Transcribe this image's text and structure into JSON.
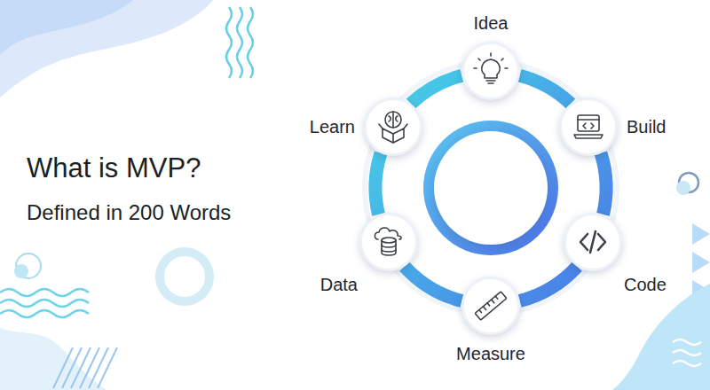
{
  "diagram": {
    "title": "What is MVP?",
    "nodes": [
      {
        "text": [
          "Idea"
        ]
      },
      {
        "text": [
          "Build"
        ]
      },
      {
        "text": [
          "Code"
        ]
      },
      {
        "text": [
          "Measure"
        ]
      },
      {
        "text": [
          "Data"
        ]
      },
      {
        "text": [
          "Learn"
        ]
      }
    ],
    "edges": [
      {
        "from": 0,
        "to": 1,
        "arrow": "none"
      },
      {
        "from": 1,
        "to": 2,
        "arrow": "none"
      },
      {
        "from": 2,
        "to": 3,
        "arrow": "none"
      },
      {
        "from": 3,
        "to": 4,
        "arrow": "none"
      },
      {
        "from": 4,
        "to": 5,
        "arrow": "none"
      },
      {
        "from": 5,
        "to": 0,
        "arrow": "none"
      }
    ],
    "labels": [
      "Defined in 200 Words"
    ]
  }
}
